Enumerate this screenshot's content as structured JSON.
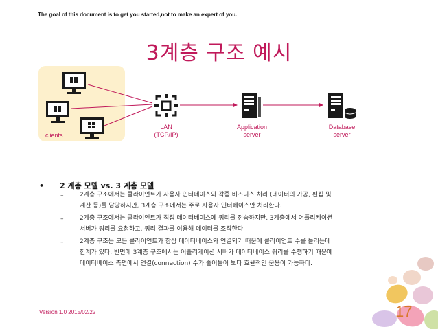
{
  "header": {
    "note": "The goal of this document is to get you started,not to make an expert of you."
  },
  "title": "3계층 구조 예시",
  "diagram": {
    "clients_label": "clients",
    "lan_label": "LAN\n(TCP/IP)",
    "app_label": "Application\nserver",
    "db_label": "Database\nserver",
    "colors": {
      "accent": "#c0195a",
      "clients_bg": "#fdf0cc",
      "icon": "#1a1a1a"
    },
    "icons": [
      "monitor-icon",
      "network-hub-icon",
      "server-icon",
      "database-server-icon"
    ]
  },
  "content": {
    "bullet": "•",
    "heading": "2 계층 모델 vs. 3 계층 모델",
    "items": [
      {
        "dash": "–",
        "lines": [
          "2계층 구조에서는 클라이언트가 사용자 인터페이스와 각종 비즈니스 처리 (데이터의 가공, 편집 및",
          "계산 등)를 담당하지만, 3계층 구조에서는 주로 사용자 인터페이스만 처리한다."
        ]
      },
      {
        "dash": "–",
        "lines": [
          "2계층 구조에서는 클라이언트가 직접 데이터베이스에 쿼리를 전송하지만, 3계층에서 어플리케이션",
          "서버가 쿼리를 요청하고, 쿼리 결과를 이용해 데이터를 조작한다."
        ]
      },
      {
        "dash": "–",
        "lines": [
          "2계층 구조는 모든 클라이언트가 항상 데이터베이스와 연결되기 때문에 클라이언트 수를 늘리는데",
          "한계가 있다. 반면에 3계층 구조에서는 어플리케이션 서버가 데이터베이스 쿼리를 수행하기 때문에",
          "데이터베이스 측면에서 연결(connection) 수가 줄어들어 보다 효율적인 운용이 가능하다."
        ]
      }
    ]
  },
  "footer": {
    "version": "Version 1.0 2015/02/22",
    "page_number": "17"
  }
}
